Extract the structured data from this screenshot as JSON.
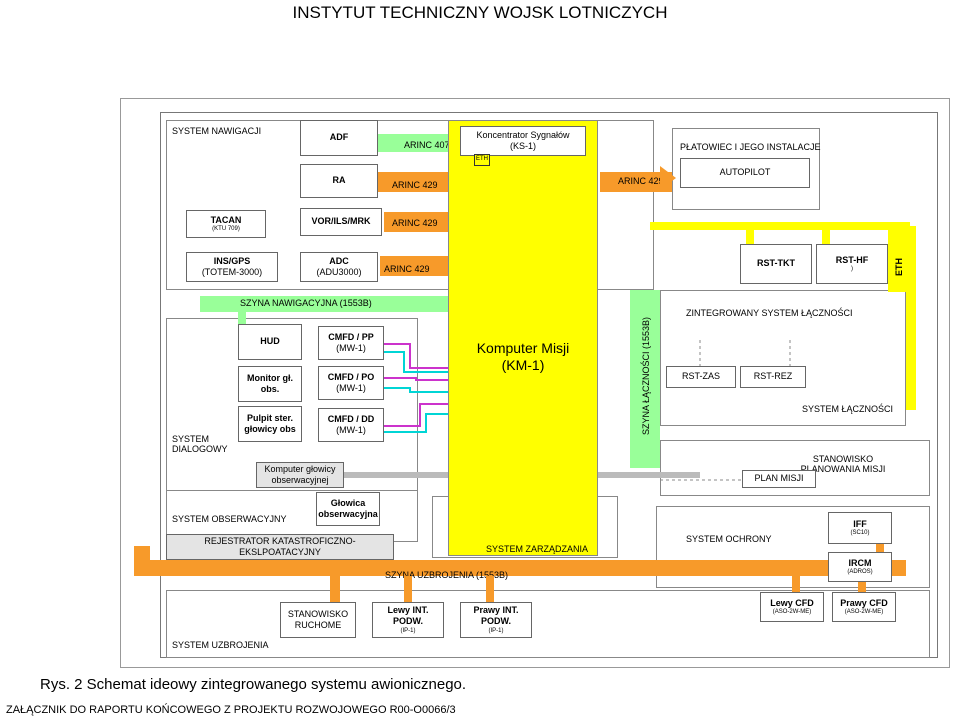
{
  "page_title": "INSTYTUT TECHNICZNY WOJSK LOTNICZYCH",
  "caption": "Rys. 2 Schemat ideowy zintegrowanego systemu awionicznego.",
  "footer": "ZAŁĄCZNIK DO RAPORTU KOŃCOWEGO Z PROJEKTU ROZWOJOWEGO R00-O0066/3",
  "colors": {
    "bus_nav": "#99ff99",
    "bus_weapons": "#f79a2a",
    "mission_computer": "#ffff00",
    "video_link": "#00d5d5",
    "control_link": "#cc33cc"
  },
  "sections": {
    "navigation": "SYSTEM NAWIGACJI",
    "airframe": "PŁATOWIEC I JEGO INSTALACJE",
    "dialog": "SYSTEM DIALOGOWY",
    "observation": "SYSTEM OBSERWACYJNY",
    "weapons": "SYSTEM UZBROJENIA",
    "communication": "SYSTEM ŁĄCZNOŚCI",
    "protection": "SYSTEM OCHRONY",
    "management": "SYSTEM ZARZĄDZANIA",
    "mission_planning": "STANOWISKO PLANOWANIA MISJI",
    "integrated_comm": "ZINTEGROWANY SYSTEM ŁĄCZNOŚCI"
  },
  "buses": {
    "nav_bus": "SZYNA  NAWIGACYJNA  (1553B)",
    "comm_bus": "SZYNA  ŁĄCZNOŚCI  (1553B)",
    "weapons_bus": "SZYNA UZBROJENIA (1553B)",
    "arinc407": "ARINC 407",
    "arinc429_a": "ARINC 429",
    "arinc429_b": "ARINC 429",
    "arinc429_c": "ARINC 429",
    "arinc429_d": "ARINC 429",
    "eth": "ETH",
    "eth_small": "ETH"
  },
  "boxes": {
    "adf": "ADF",
    "ra": "RA",
    "tacan": "TACAN",
    "tacan_sub": "(KTU 709)",
    "vor": "VOR/ILS/MRK",
    "insgps": "INS/GPS",
    "insgps_sub": "(TOTEM-3000)",
    "adc": "ADC",
    "adc_sub": "(ADU3000)",
    "concentrator": "Koncentrator Sygnałów",
    "concentrator_sub": "(KS-1)",
    "autopilot": "AUTOPILOT",
    "rst_tkt": "RST-TKT",
    "rst_hf": "RST-HF",
    "rst_hf_sub": ")",
    "rst_zas": "RST-ZAS",
    "rst_rez": "RST-REZ",
    "mission_computer": "Komputer Misji",
    "mission_computer_sub": "(KM-1)",
    "hud": "HUD",
    "monitor": "Monitor gł. obs.",
    "pulpit": "Pulpit ster. głowicy obs",
    "cmfd_pp": "CMFD / PP",
    "cmfd_pp_sub": "(MW-1)",
    "cmfd_po": "CMFD / PO",
    "cmfd_po_sub": "(MW-1)",
    "cmfd_dd": "CMFD / DD",
    "cmfd_dd_sub": "(MW-1)",
    "head_computer": "Komputer głowicy obserwacyjnej",
    "head": "Głowica obserwacyjna",
    "recorder": "REJESTRATOR KATASTROFICZNO-EKSLPOATACYJNY",
    "plan_misji": "PLAN MISJI",
    "iff": "IFF",
    "iff_sub": "(SC10)",
    "ircm": "IRCM",
    "ircm_sub": "(ADROS)",
    "cfd_left": "Lewy CFD",
    "cfd_left_sub": "(ASO-2W-ME)",
    "cfd_right": "Prawy CFD",
    "cfd_right_sub": "(ASO-2W-ME)",
    "movable": "STANOWISKO RUCHOME",
    "int_left": "Lewy INT. PODW.",
    "int_left_sub": "(IP-1)",
    "int_right": "Prawy INT. PODW.",
    "int_right_sub": "(IP-1)"
  }
}
